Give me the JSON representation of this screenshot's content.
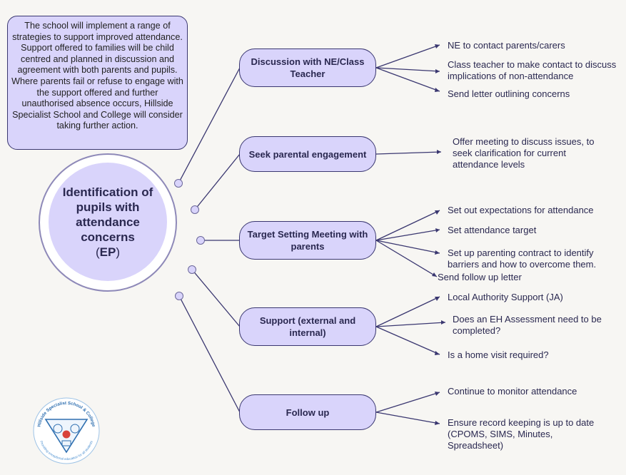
{
  "intro_text": "The school will implement a range of strategies to support improved attendance. Support offered to families will be child centred and planned in discussion and agreement with both parents and pupils. Where parents fail or refuse to engage with the support offered and further unauthorised absence occurs, Hillside Specialist School and College will consider taking further action.",
  "hub": {
    "title": "Identification of pupils with attendance concerns",
    "open": "(",
    "code": "EP",
    "close": ")"
  },
  "branches": [
    {
      "label": "Discussion with NE/Class Teacher",
      "items": [
        "NE to contact parents/carers",
        "Class teacher to make contact to discuss implications of non-attendance",
        "Send letter outlining concerns"
      ]
    },
    {
      "label": "Seek parental engagement",
      "items": [
        "Offer meeting to discuss issues, to seek clarification for current attendance levels"
      ]
    },
    {
      "label": "Target Setting Meeting with parents",
      "items": [
        "Set out expectations for attendance",
        "Set attendance target",
        "Set up parenting contract to identify barriers and how to overcome them.",
        "Send follow up letter"
      ]
    },
    {
      "label": "Support (external and internal)",
      "items": [
        "Local Authority Support (JA)",
        "Does an EH Assessment need to be completed?",
        "Is a home visit required?"
      ]
    },
    {
      "label": "Follow up",
      "items": [
        "Continue to monitor attendance",
        "Ensure record keeping is up to date (CPOMS, SIMS, Minutes, Spreadsheet)"
      ]
    }
  ],
  "logo": {
    "text_top": "Hillside Specialist School & College",
    "text_bottom": "Providing exceptional education for all students"
  },
  "colors": {
    "box_fill": "#d9d4fb",
    "box_border": "#3a3770",
    "text": "#2a2850",
    "background": "#f7f6f3"
  }
}
